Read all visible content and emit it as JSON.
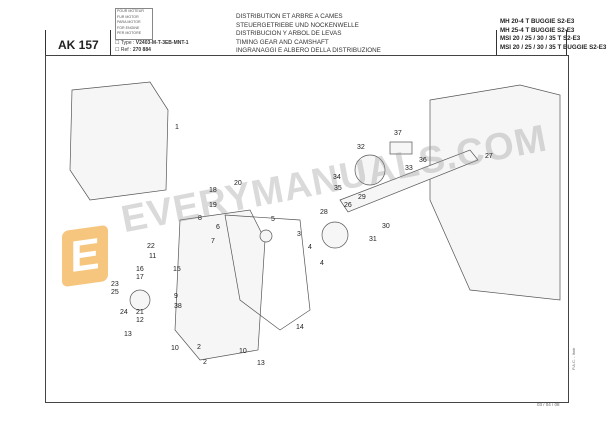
{
  "header": {
    "code": "AK 157",
    "motor_box": [
      "POUR MOTEUR",
      "FUR MOTOR",
      "PARA MOTOR",
      "FOR ENGINE",
      "PER MOTORE"
    ],
    "type_label": "Type",
    "type_value": "V2403-M-T-3EB-MNT-1",
    "ref_label": "Ref",
    "ref_value": "270 884",
    "titles": [
      "DISTRIBUTION ET ARBRE A CAMES",
      "STEUERGETRIEBE UND NOCKENWELLE",
      "DISTRIBUCION Y ARBOL DE LEVAS",
      "TIMING GEAR AND CAMSHAFT",
      "INGRANAGGI E ALBERO DELLA DISTRIBUZIONE"
    ],
    "models": [
      "MH 20-4 T BUGGIE S2-E3",
      "MH 25-4 T BUGGIE S2-E3",
      "MSI 20 / 25 / 30 / 35 T S2-E3",
      "MSI 20 / 25 / 30 / 35 T BUGGIE S2-E3"
    ]
  },
  "diagram": {
    "callouts": [
      "1",
      "37",
      "32",
      "36",
      "27",
      "33",
      "34",
      "35",
      "18",
      "20",
      "19",
      "26",
      "29",
      "5",
      "28",
      "8",
      "6",
      "30",
      "7",
      "3",
      "4",
      "4",
      "31",
      "22",
      "11",
      "16",
      "17",
      "15",
      "23",
      "25",
      "9",
      "21",
      "12",
      "24",
      "38",
      "14",
      "13",
      "10",
      "2",
      "2",
      "10",
      "13"
    ],
    "watermark": "EVERYMANUALS.COM",
    "watermark_logo": "E"
  },
  "footer": {
    "date": "03 / 04 / 08",
    "side_note": "P.A.C. - Ihnb"
  }
}
